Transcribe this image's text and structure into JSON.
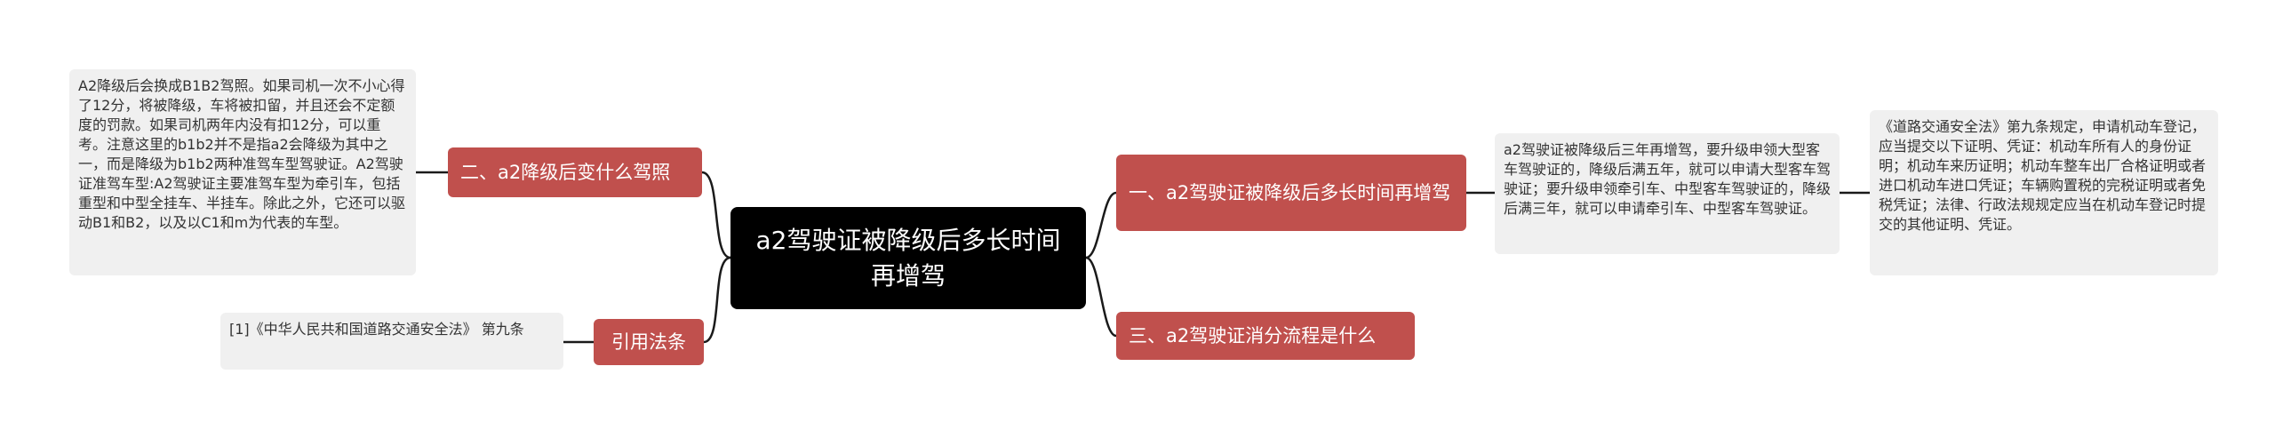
{
  "mindmap": {
    "root": {
      "label": "a2驾驶证被降级后多长时间再增驾"
    },
    "branches": [
      {
        "id": "b1",
        "label": "一、a2驾驶证被降级后多长时间再增驾"
      },
      {
        "id": "b2",
        "label": "二、a2降级后变什么驾照"
      },
      {
        "id": "b3",
        "label": "三、a2驾驶证消分流程是什么"
      },
      {
        "id": "b4",
        "label": "引用法条"
      }
    ],
    "leaves": [
      {
        "id": "l1",
        "parent": "b1",
        "text": "a2驾驶证被降级后三年再增驾，要升级申领大型客车驾驶证的，降级后满五年，就可以申请大型客车驾驶证；要升级申领牵引车、中型客车驾驶证的，降级后满三年，就可以申请牵引车、中型客车驾驶证。"
      },
      {
        "id": "l2",
        "parent": "l1",
        "text": "《道路交通安全法》第九条规定，申请机动车登记，应当提交以下证明、凭证：机动车所有人的身份证明；机动车来历证明；机动车整车出厂合格证明或者进口机动车进口凭证；车辆购置税的完税证明或者免税凭证；法律、行政法规规定应当在机动车登记时提交的其他证明、凭证。"
      },
      {
        "id": "l3",
        "parent": "b2",
        "text": "A2降级后会换成B1B2驾照。如果司机一次不小心得了12分，将被降级，车将被扣留，并且还会不定额度的罚款。如果司机两年内没有扣12分，可以重考。注意这里的b1b2并不是指a2会降级为其中之一，而是降级为b1b2两种准驾车型驾驶证。A2驾驶证准驾车型:A2驾驶证主要准驾车型为牵引车，包括重型和中型全挂车、半挂车。除此之外，它还可以驱动B1和B2，以及以C1和m为代表的车型。"
      },
      {
        "id": "l4",
        "parent": "b4",
        "text": "[1]《中华人民共和国道路交通安全法》 第九条"
      }
    ]
  },
  "colors": {
    "root_bg": "#000000",
    "branch_bg": "#c0504d",
    "leaf_bg": "#f0f0f0",
    "connector": "#1a1a1a"
  }
}
